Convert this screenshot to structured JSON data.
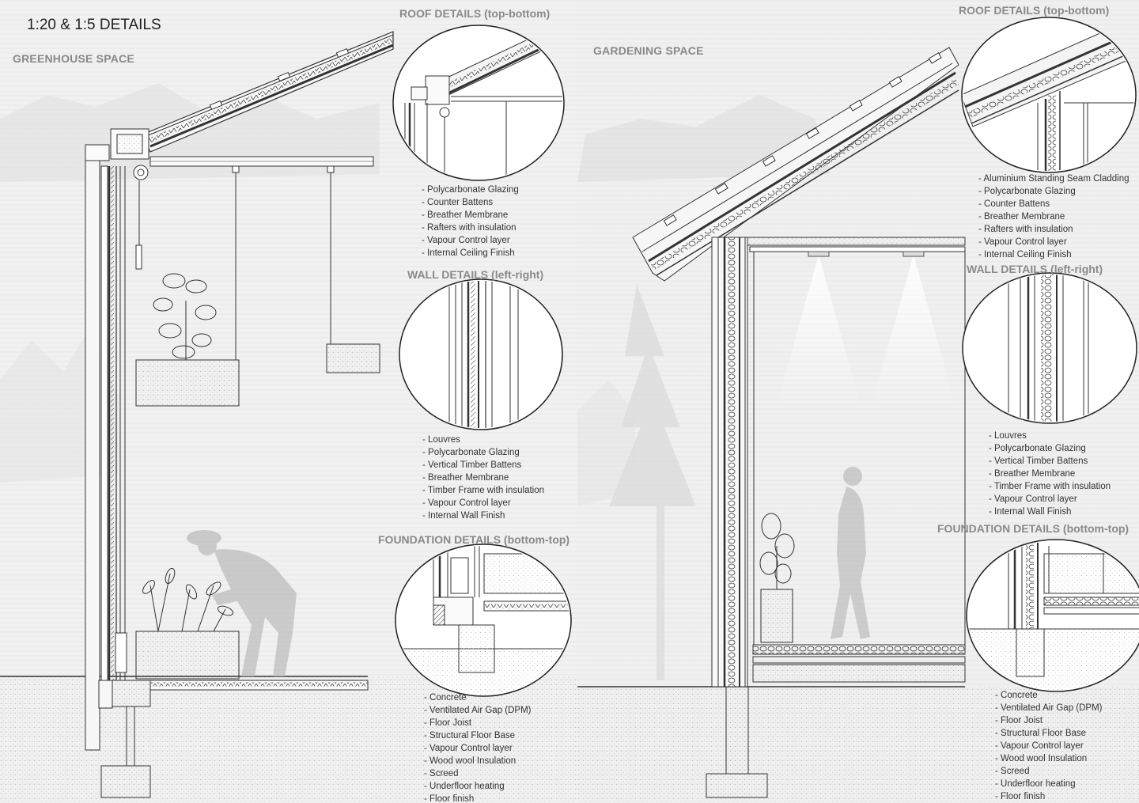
{
  "header": {
    "title": "1:20 & 1:5 DETAILS"
  },
  "left": {
    "space_label": "GREENHOUSE  SPACE",
    "roof_title": "ROOF DETAILS (top-bottom)",
    "roof_items": [
      "- Polycarbonate Glazing",
      "- Counter Battens",
      "- Breather Membrane",
      "- Rafters with insulation",
      "- Vapour Control layer",
      "- Internal Ceiling Finish"
    ],
    "wall_title": "WALL DETAILS (left-right)",
    "wall_items": [
      "- Louvres",
      "- Polycarbonate Glazing",
      "- Vertical Timber  Battens",
      "- Breather Membrane",
      "- Timber Frame with insulation",
      "- Vapour Control layer",
      "- Internal Wall Finish"
    ],
    "foundation_title": "FOUNDATION DETAILS (bottom-top)",
    "foundation_items": [
      "- Concrete",
      "- Ventilated Air Gap (DPM)",
      "- Floor Joist",
      "- Structural Floor Base",
      "- Vapour Control layer",
      "- Wood wool Insulation",
      "- Screed",
      "- Underfloor heating",
      "- Floor finish"
    ]
  },
  "right": {
    "space_label": "GARDENING SPACE",
    "roof_title": "ROOF DETAILS (top-bottom)",
    "roof_items": [
      "- Aluminium Standing Seam Cladding",
      "- Polycarbonate Glazing",
      "- Counter Battens",
      "-  Breather Membrane",
      "- Rafters with insulation",
      "- Vapour Control layer",
      "- Internal Ceiling Finish"
    ],
    "wall_title": "WALL DETAILS (left-right)",
    "wall_items": [
      "- Louvres",
      "- Polycarbonate Glazing",
      "- Vertical Timber  Battens",
      "- Breather Membrane",
      "- Timber Frame with insulation",
      "- Vapour Control layer",
      "- Internal Wall Finish"
    ],
    "foundation_title": "FOUNDATION DETAILS (bottom-top)",
    "foundation_items": [
      "- Concrete",
      "- Ventilated Air Gap (DPM)",
      "- Floor Joist",
      "- Structural Floor Base",
      "- Vapour Control layer",
      "- Wood wool Insulation",
      "- Screed",
      "- Underfloor heating",
      "- Floor finish"
    ]
  }
}
